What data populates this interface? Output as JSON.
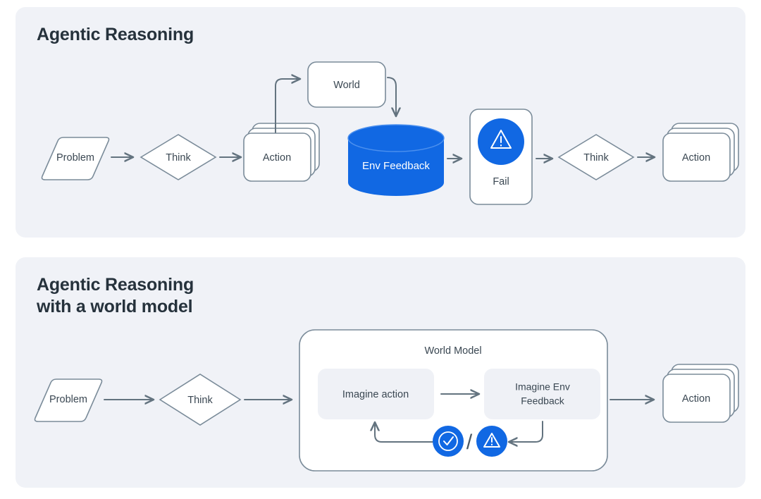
{
  "page": {
    "background": "#ffffff",
    "panel_background": "#F0F2F7",
    "accent_blue": "#1168E3",
    "outline_gray": "#7A8B99",
    "connector_gray": "#63737F",
    "text_dark": "#26323C"
  },
  "panels": [
    {
      "id": "agentic-reasoning",
      "title": "Agentic Reasoning",
      "nodes": [
        {
          "id": "problem",
          "label": "Problem",
          "shape": "parallelogram"
        },
        {
          "id": "think-1",
          "label": "Think",
          "shape": "diamond"
        },
        {
          "id": "action-1",
          "label": "Action",
          "shape": "stacked-card"
        },
        {
          "id": "world",
          "label": "World",
          "shape": "rounded-rect"
        },
        {
          "id": "env-feedback",
          "label": "Env Feedback",
          "shape": "cylinder"
        },
        {
          "id": "fail",
          "label": "Fail",
          "shape": "card-with-icon",
          "icon": "warning-triangle-icon"
        },
        {
          "id": "think-2",
          "label": "Think",
          "shape": "diamond"
        },
        {
          "id": "action-2",
          "label": "Action",
          "shape": "stacked-card"
        }
      ],
      "edges": [
        {
          "from": "problem",
          "to": "think-1"
        },
        {
          "from": "think-1",
          "to": "action-1"
        },
        {
          "from": "action-1",
          "to": "world"
        },
        {
          "from": "world",
          "to": "env-feedback"
        },
        {
          "from": "env-feedback",
          "to": "fail"
        },
        {
          "from": "fail",
          "to": "think-2"
        },
        {
          "from": "think-2",
          "to": "action-2"
        }
      ]
    },
    {
      "id": "agentic-reasoning-world-model",
      "title": "Agentic Reasoning\nwith a world model",
      "nodes": [
        {
          "id": "problem-2",
          "label": "Problem",
          "shape": "parallelogram"
        },
        {
          "id": "think-3",
          "label": "Think",
          "shape": "diamond"
        },
        {
          "id": "world-model",
          "label": "World Model",
          "shape": "container"
        },
        {
          "id": "imagine-action",
          "label": "Imagine action",
          "shape": "soft-rect"
        },
        {
          "id": "imagine-env",
          "label": "Imagine Env\nFeedback",
          "shape": "soft-rect"
        },
        {
          "id": "success-icon",
          "label": "",
          "shape": "circle-icon",
          "icon": "check-circle-icon"
        },
        {
          "id": "separator",
          "label": "/",
          "shape": "text"
        },
        {
          "id": "failure-icon",
          "label": "",
          "shape": "circle-icon",
          "icon": "warning-triangle-icon"
        },
        {
          "id": "action-3",
          "label": "Action",
          "shape": "stacked-card"
        }
      ],
      "edges": [
        {
          "from": "problem-2",
          "to": "think-3"
        },
        {
          "from": "think-3",
          "to": "world-model"
        },
        {
          "from": "imagine-action",
          "to": "imagine-env"
        },
        {
          "from": "imagine-env",
          "to": "failure-icon"
        },
        {
          "from": "success-icon",
          "to": "imagine-action"
        },
        {
          "from": "world-model",
          "to": "action-3"
        }
      ]
    }
  ]
}
